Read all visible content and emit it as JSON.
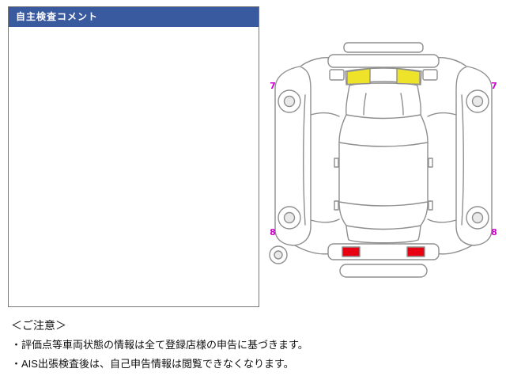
{
  "comment_box": {
    "title": "自主検査コメント",
    "body": ""
  },
  "diagram": {
    "type": "vehicle-condition-unfolded-car-diagram",
    "markers": [
      {
        "label": "7",
        "position": "front-left"
      },
      {
        "label": "7",
        "position": "front-right"
      },
      {
        "label": "8",
        "position": "rear-left"
      },
      {
        "label": "8",
        "position": "rear-right"
      }
    ]
  },
  "colors": {
    "header_blue": "#3a5a9f",
    "highlight_yellow": "#efe32a",
    "highlight_red": "#e60012",
    "marker_magenta": "#cc00cc",
    "diagram_outline": "#8f8f8f"
  },
  "notice": {
    "heading": "＜ご注意＞",
    "lines": [
      "・評価点等車両状態の情報は全て登録店様の申告に基づきます。",
      "・AIS出張検査後は、自己申告情報は閲覧できなくなります。"
    ]
  }
}
